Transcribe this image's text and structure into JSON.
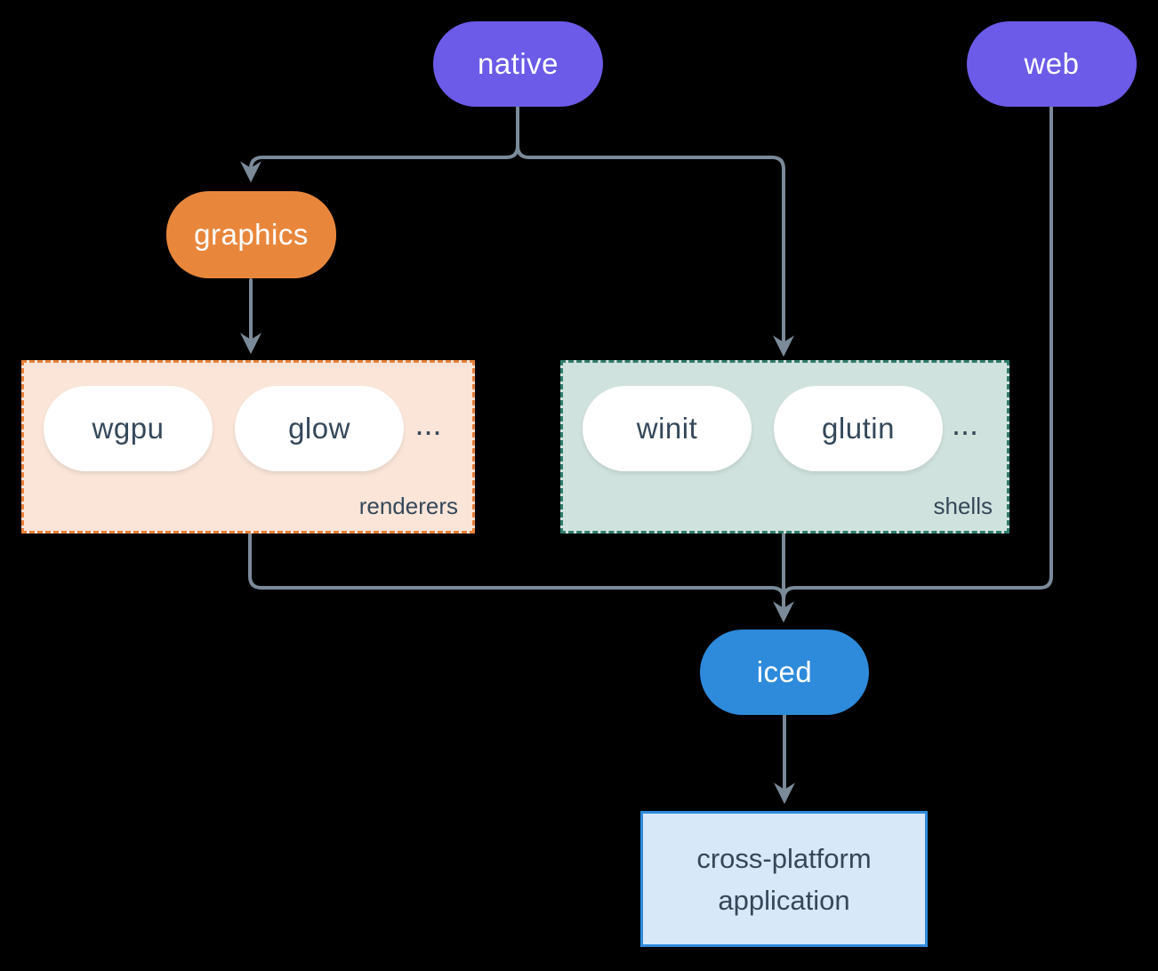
{
  "nodes": {
    "native": {
      "label": "native"
    },
    "web": {
      "label": "web"
    },
    "graphics": {
      "label": "graphics"
    },
    "iced": {
      "label": "iced"
    },
    "app": {
      "label_line1": "cross-platform",
      "label_line2": "application"
    }
  },
  "groups": {
    "renderers": {
      "label": "renderers",
      "items": [
        "wgpu",
        "glow"
      ],
      "ellipsis": "..."
    },
    "shells": {
      "label": "shells",
      "items": [
        "winit",
        "glutin"
      ],
      "ellipsis": "..."
    }
  },
  "colors": {
    "purple": "#6B5BE8",
    "orange": "#E8873C",
    "blue": "#2E8BDB",
    "arrow": "#7B8A99",
    "ink": "#35485A",
    "peach_fill": "#FAE5D8",
    "peach_border": "#E8813B",
    "sage_fill": "#D0E2DD",
    "sage_border": "#2F7D6D",
    "app_fill": "#D7E8F8",
    "app_border": "#2E8BDB",
    "pill_white": "#FFFFFF"
  }
}
